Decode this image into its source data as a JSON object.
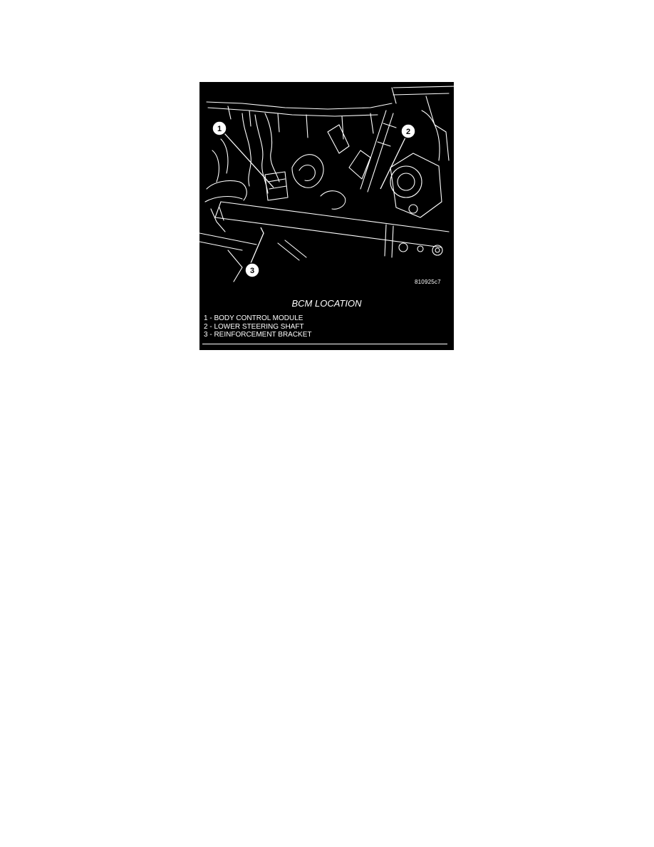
{
  "figure": {
    "title": "BCM LOCATION",
    "figure_id": "810925c7",
    "callouts": [
      "1",
      "2",
      "3"
    ],
    "legend": [
      "1 - BODY CONTROL MODULE",
      "2 - LOWER STEERING SHAFT",
      "3 - REINFORCEMENT BRACKET"
    ],
    "colors": {
      "background": "#000000",
      "lines": "#ffffff"
    }
  }
}
